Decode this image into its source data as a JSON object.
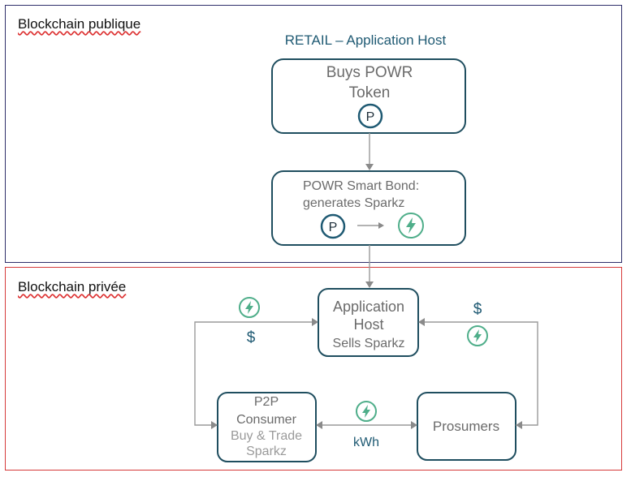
{
  "panels": {
    "public_label": "Blockchain publique",
    "private_label": "Blockchain privée"
  },
  "diagram": {
    "header": "RETAIL – Application Host",
    "buy_box": {
      "line1": "Buys POWR",
      "line2": "Token",
      "token_symbol": "P"
    },
    "bond_box": {
      "line1": "POWR Smart Bond:",
      "line2": "generates Sparkz",
      "token_symbol": "P"
    },
    "host_box": {
      "line1": "Application",
      "line2": "Host",
      "line3": "Sells Sparkz"
    },
    "consumer_box": {
      "line1": "P2P",
      "line2": "Consumer",
      "line3": "Buy & Trade",
      "line4": "Sparkz"
    },
    "prosumers_box": {
      "label": "Prosumers"
    },
    "left_dollar": "$",
    "right_dollar": "$",
    "kwh_label": "kWh"
  },
  "colors": {
    "teal": "#1f5a73",
    "box_stroke": "#1f4e5f",
    "spark_green": "#4fae8a",
    "public_border": "#2e2e6a",
    "private_border": "#d63a3a"
  },
  "icons": [
    "powr-token-icon",
    "sparkz-bolt-icon"
  ]
}
